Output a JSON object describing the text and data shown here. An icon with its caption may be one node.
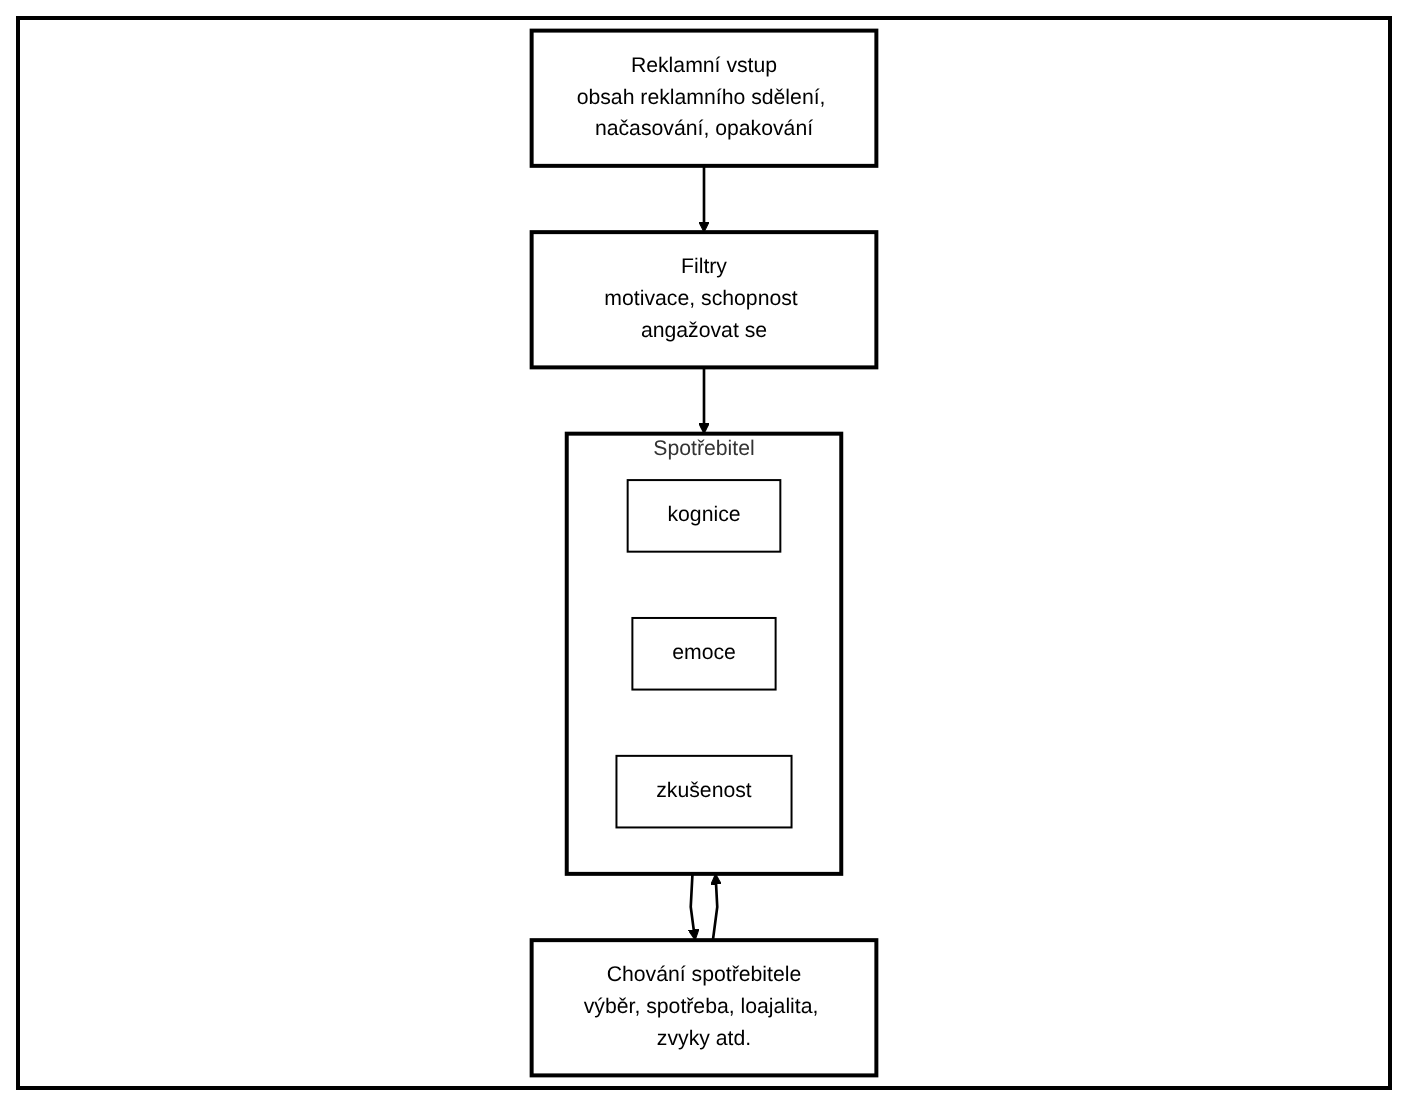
{
  "diagram": {
    "nodes": [
      {
        "text": [
          "Reklamní vstup",
          "obsah reklamního sdělení, načasování, opakování"
        ]
      },
      {
        "text": [
          "Filtry",
          "motivace, schopnost angažovat se"
        ]
      },
      {
        "text": [
          "Spotřebitel"
        ]
      },
      {
        "text": [
          "kognice"
        ],
        "in": 2
      },
      {
        "text": [
          "emoce"
        ],
        "in": 2
      },
      {
        "text": [
          "zkušenost"
        ],
        "in": 2
      },
      {
        "text": [
          "Chování spotřebitele",
          "výběr, spotřeba, loajalita, zvyky atd."
        ]
      }
    ],
    "edges": [
      {
        "from": 0,
        "to": 1,
        "arrow": "to"
      },
      {
        "from": 1,
        "to": 2,
        "arrow": "to"
      },
      {
        "from": 2,
        "to": 6,
        "arrow": "to"
      },
      {
        "from": 6,
        "to": 2,
        "arrow": "to"
      }
    ]
  }
}
